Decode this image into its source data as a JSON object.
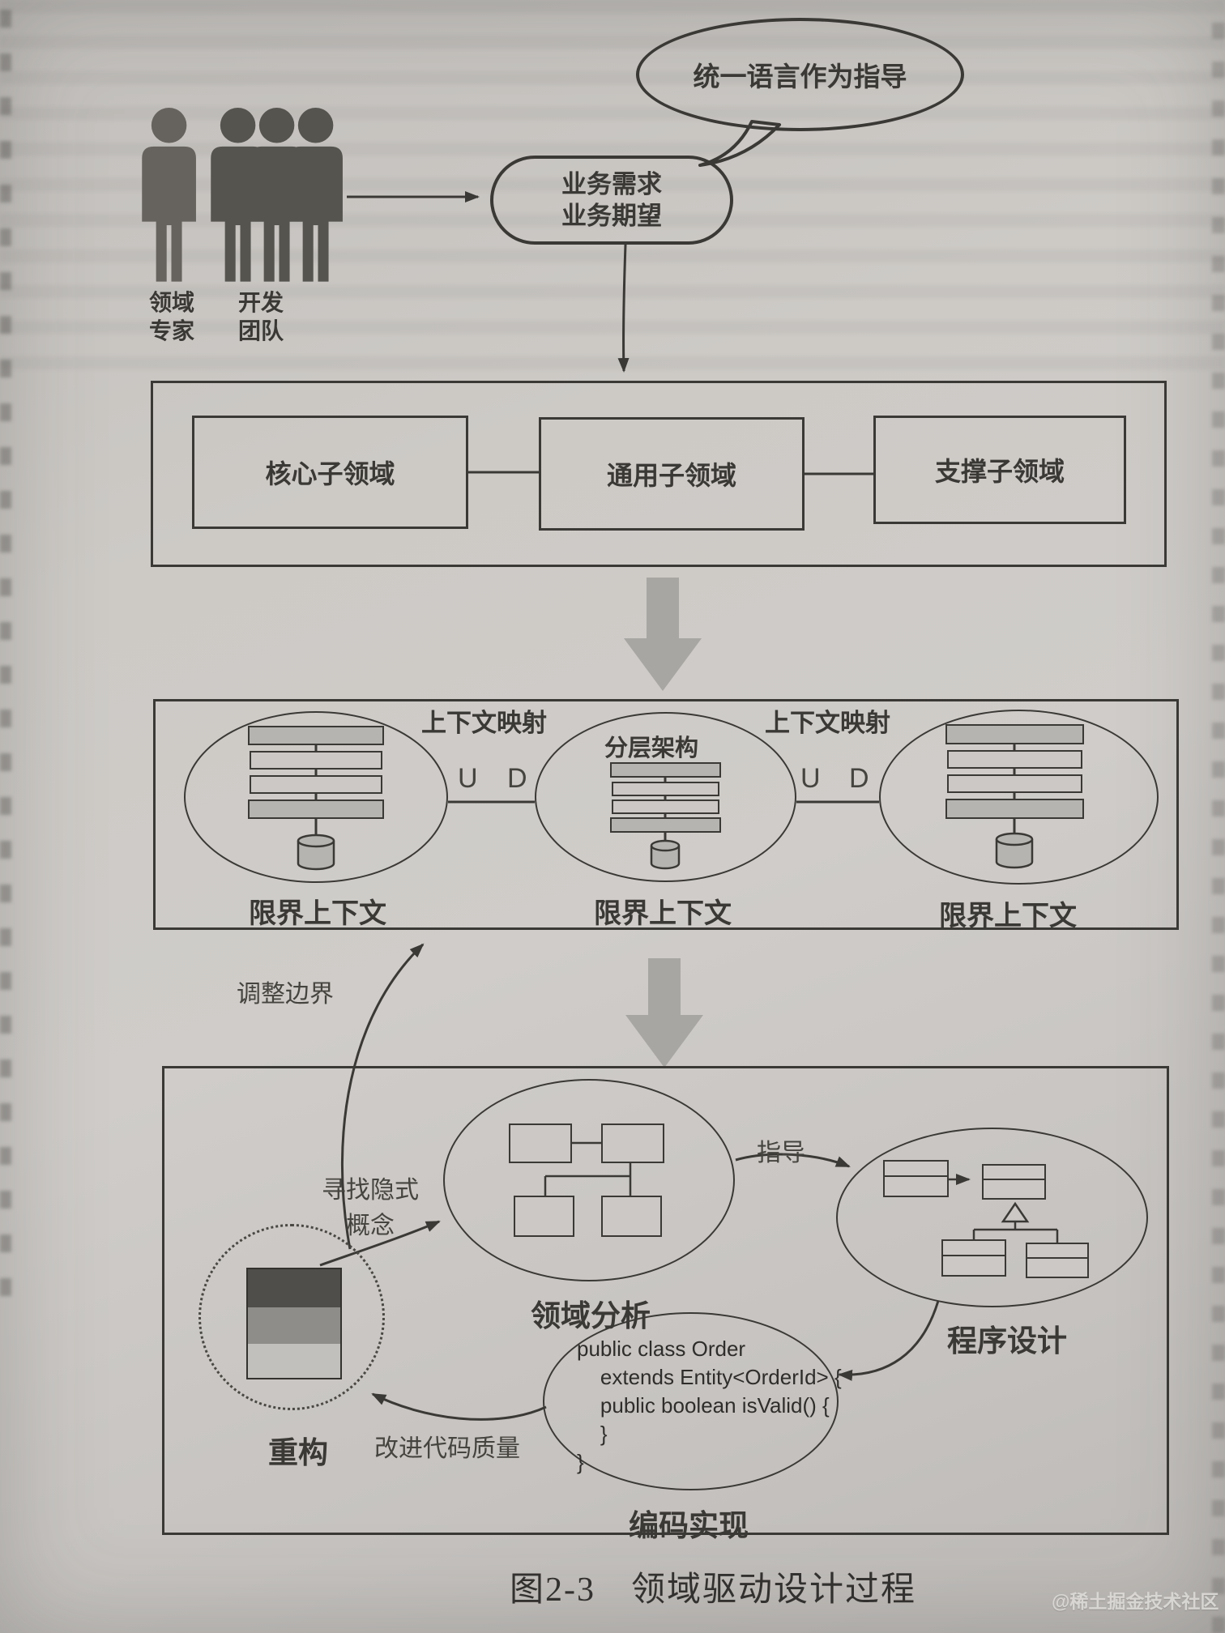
{
  "bubble": {
    "text": "统一语言作为指导"
  },
  "actors": {
    "expert_line1": "领域",
    "expert_line2": "专家",
    "team_line1": "开发",
    "team_line2": "团队"
  },
  "business": {
    "line1": "业务需求",
    "line2": "业务期望"
  },
  "subdomains": {
    "core": "核心子领域",
    "generic": "通用子领域",
    "supporting": "支撑子领域"
  },
  "contexts": {
    "mapping_left": "上下文映射",
    "mapping_right": "上下文映射",
    "layered": "分层架构",
    "u_left": "U",
    "d_left": "D",
    "u_right": "U",
    "d_right": "D",
    "bounded_left": "限界上下文",
    "bounded_middle": "限界上下文",
    "bounded_right": "限界上下文"
  },
  "process": {
    "adjust_boundary": "调整边界",
    "implicit_line1": "寻找隐式",
    "implicit_line2": "概念",
    "domain_analysis": "领域分析",
    "guide": "指导",
    "program_design": "程序设计",
    "refactor": "重构",
    "improve_code": "改进代码质量",
    "coding": "编码实现",
    "code": "public class Order\n    extends Entity<OrderId> {\n    public boolean isValid() {\n    }\n}"
  },
  "caption": "图2-3　领域驱动设计过程",
  "watermark": "@稀土掘金技术社区",
  "colors": {
    "ink": "#3b3936",
    "paper": "#cbc8c5",
    "gray_fill": "#b6b4b0",
    "arrow_gray": "#a8a6a2"
  }
}
